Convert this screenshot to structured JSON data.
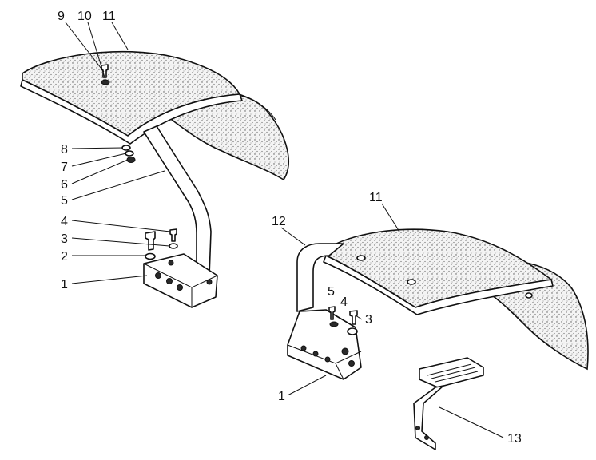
{
  "diagram": {
    "callouts": {
      "c9": "9",
      "c10": "10",
      "c11_left": "11",
      "c8": "8",
      "c7": "7",
      "c6": "6",
      "c5_left": "5",
      "c4_left": "4",
      "c3_left": "3",
      "c2": "2",
      "c1_left": "1",
      "c11_right": "11",
      "c12": "12",
      "c5_right": "5",
      "c4_right": "4",
      "c3_right": "3",
      "c1_right": "1",
      "c13": "13"
    }
  }
}
